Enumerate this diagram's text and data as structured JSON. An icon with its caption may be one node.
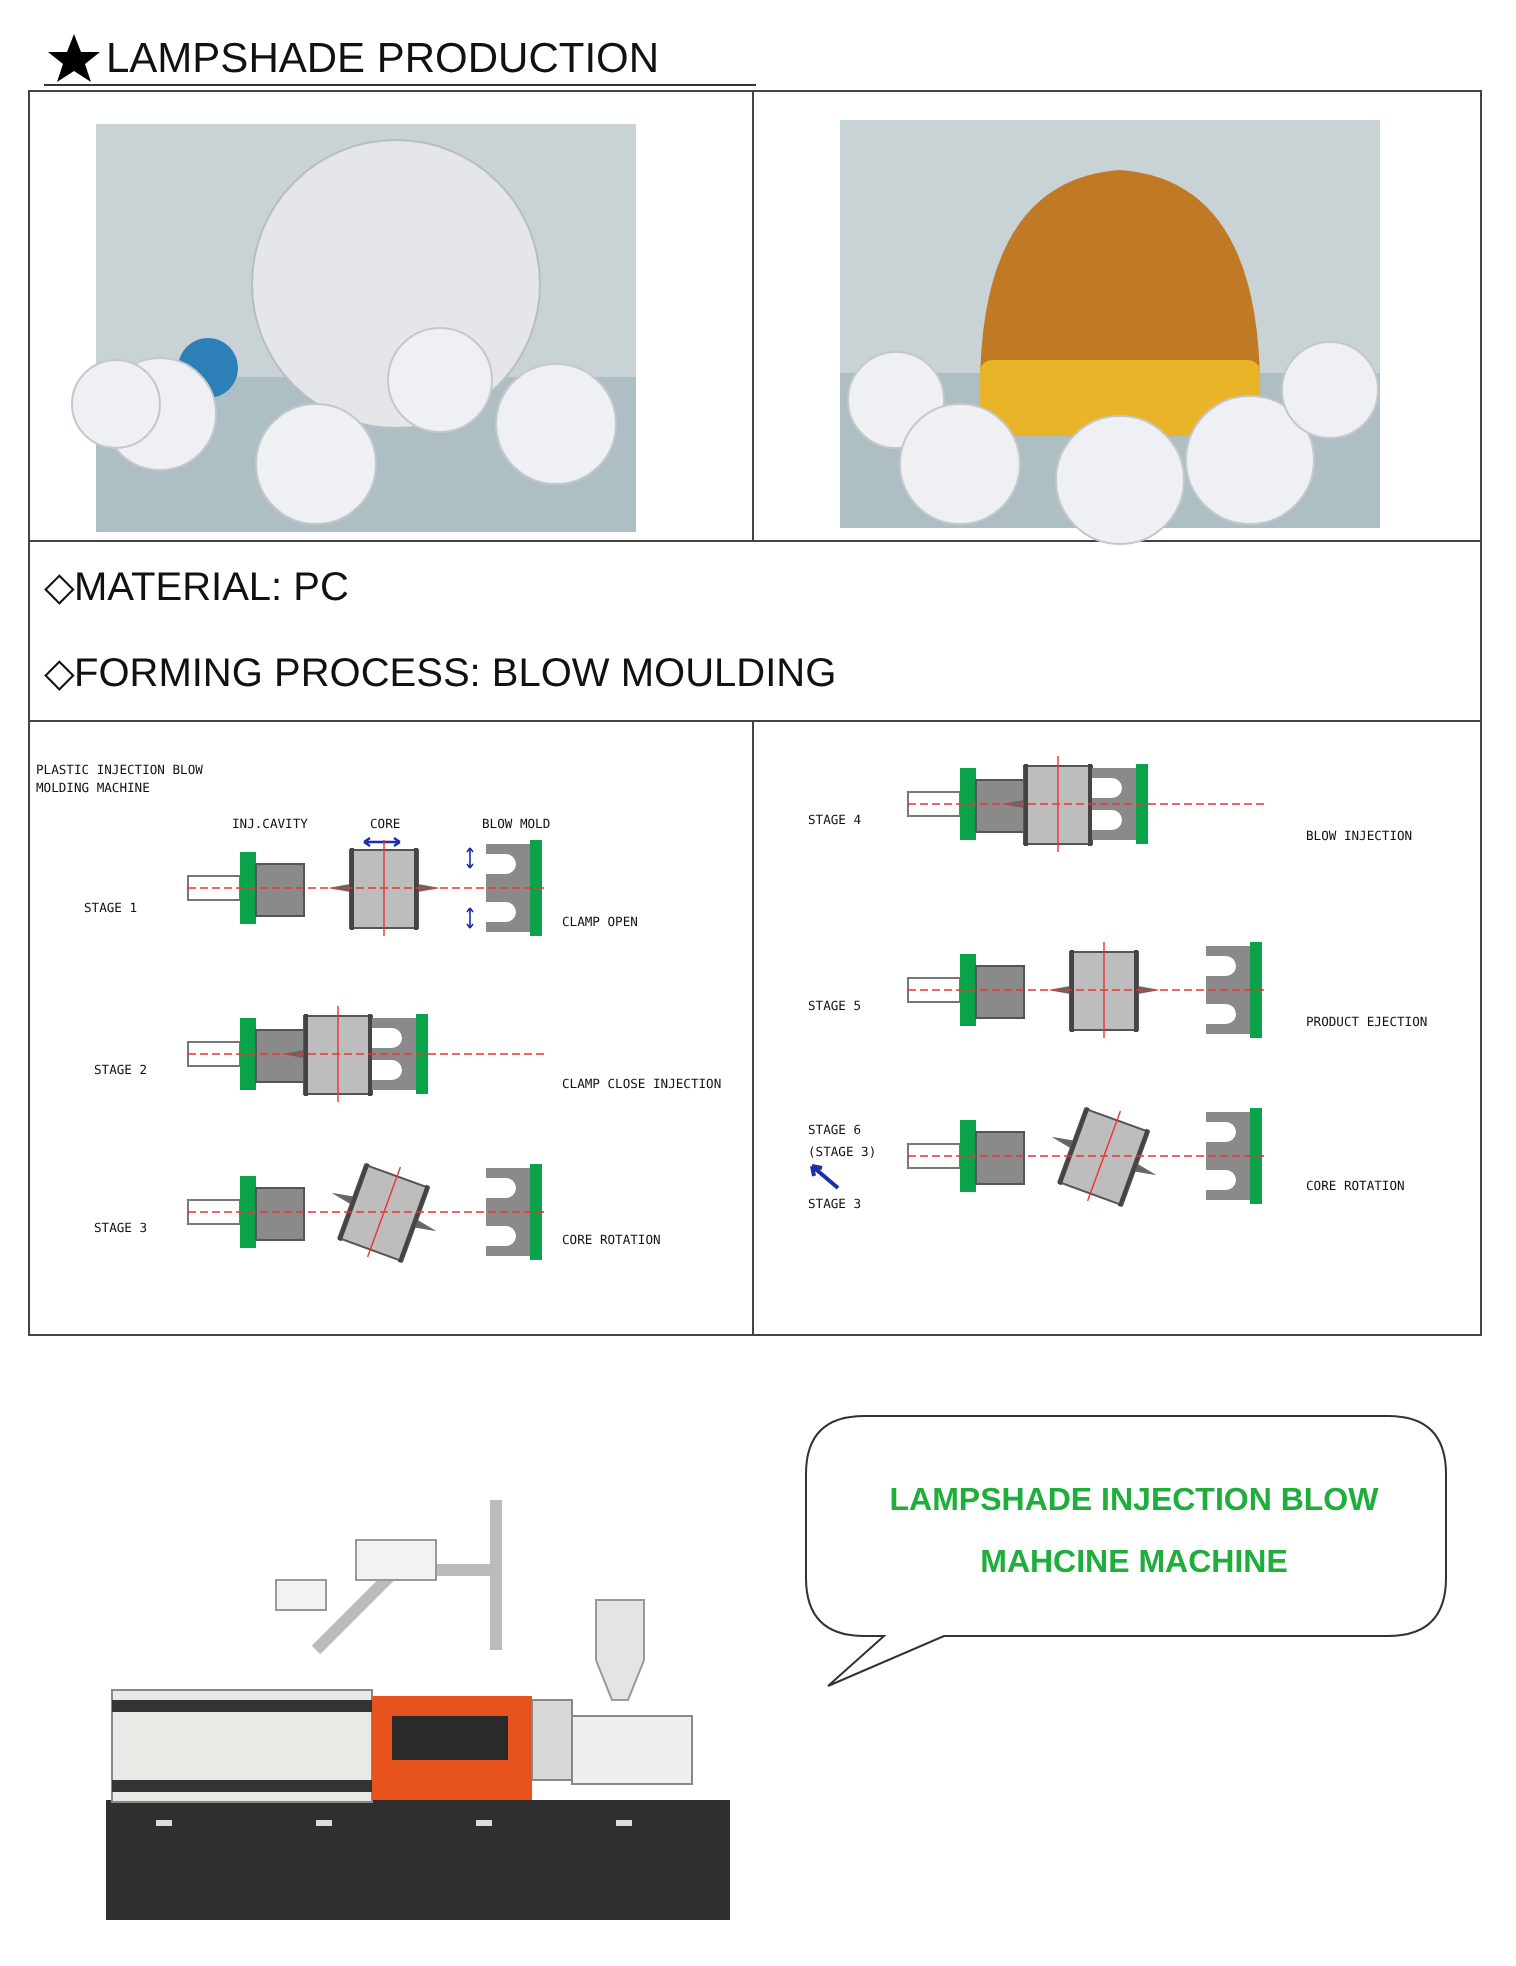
{
  "diagram": {
    "title": "LAMPSHADE PRODUCTION",
    "nodes": [
      {
        "text": [
          "LAMPSHADE INJECTION BLOW MAHCINE MACHINE"
        ]
      }
    ],
    "labels": [
      "◇MATERIAL: PC",
      "◇FORMING PROCESS: BLOW MOULDING",
      "PLASTIC INJECTION BLOW MOLDING MACHINE",
      "INJ.CAVITY",
      "CORE",
      "BLOW MOLD",
      "STAGE 1",
      "CLAMP OPEN",
      "STAGE 2",
      "CLAMP CLOSE INJECTION",
      "STAGE 3",
      "CORE ROTATION",
      "STAGE 4",
      "BLOW INJECTION",
      "STAGE 5",
      "PRODUCT EJECTION",
      "STAGE 6",
      "(STAGE 3)",
      "STAGE 3",
      "CORE ROTATION"
    ]
  }
}
